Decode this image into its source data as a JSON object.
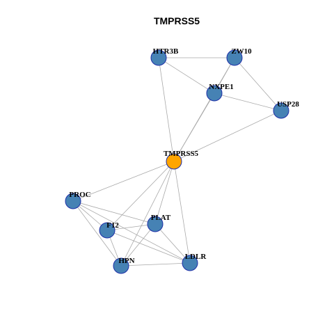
{
  "title": "TMPRSS5",
  "colors": {
    "node_fill": "#4682B4",
    "node_stroke": "#1E2FA8",
    "center_fill": "#FFA500",
    "center_stroke": "#1E2FA8",
    "edge": "#A8A8A8"
  },
  "nodes": [
    {
      "id": "HTR3B",
      "label": "HTR3B",
      "center": false
    },
    {
      "id": "ZW10",
      "label": "ZW10",
      "center": false
    },
    {
      "id": "NXPE1",
      "label": "NXPE1",
      "center": false
    },
    {
      "id": "USP28",
      "label": "USP28",
      "center": false
    },
    {
      "id": "TMPRSS5",
      "label": "TMPRSS5",
      "center": true
    },
    {
      "id": "PROC",
      "label": "PROC",
      "center": false
    },
    {
      "id": "PLAT",
      "label": "PLAT",
      "center": false
    },
    {
      "id": "F12",
      "label": "F12",
      "center": false
    },
    {
      "id": "HPN",
      "label": "HPN",
      "center": false
    },
    {
      "id": "LDLR",
      "label": "LDLR",
      "center": false
    }
  ],
  "edges": [
    [
      "HTR3B",
      "ZW10"
    ],
    [
      "HTR3B",
      "NXPE1"
    ],
    [
      "HTR3B",
      "TMPRSS5"
    ],
    [
      "ZW10",
      "NXPE1"
    ],
    [
      "ZW10",
      "USP28"
    ],
    [
      "ZW10",
      "TMPRSS5"
    ],
    [
      "NXPE1",
      "USP28"
    ],
    [
      "NXPE1",
      "TMPRSS5"
    ],
    [
      "USP28",
      "TMPRSS5"
    ],
    [
      "TMPRSS5",
      "PROC"
    ],
    [
      "TMPRSS5",
      "F12"
    ],
    [
      "TMPRSS5",
      "PLAT"
    ],
    [
      "TMPRSS5",
      "HPN"
    ],
    [
      "TMPRSS5",
      "LDLR"
    ],
    [
      "PROC",
      "F12"
    ],
    [
      "PROC",
      "PLAT"
    ],
    [
      "PROC",
      "HPN"
    ],
    [
      "PROC",
      "LDLR"
    ],
    [
      "F12",
      "PLAT"
    ],
    [
      "F12",
      "HPN"
    ],
    [
      "F12",
      "LDLR"
    ],
    [
      "PLAT",
      "HPN"
    ],
    [
      "PLAT",
      "LDLR"
    ],
    [
      "HPN",
      "LDLR"
    ]
  ]
}
